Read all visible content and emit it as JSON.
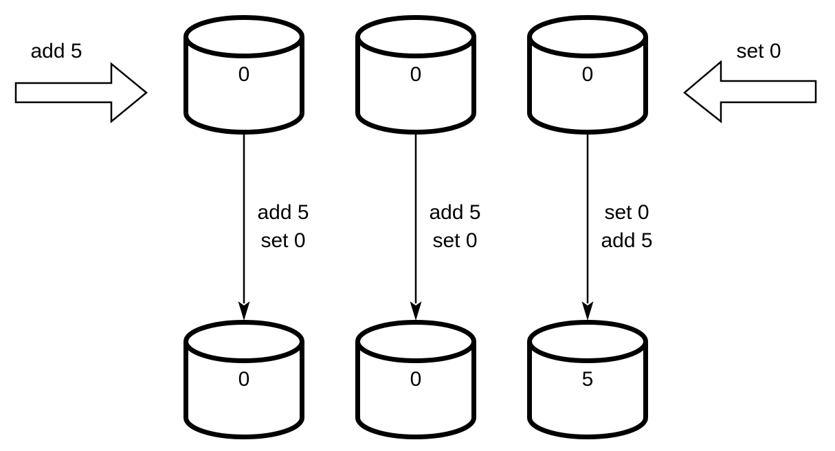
{
  "canvas": {
    "background": "#ffffff",
    "stroke_color": "#000000",
    "shape_fill": "#ffffff",
    "text_color": "#000000"
  },
  "incoming_operations": {
    "left_arrow_label": "add 5",
    "right_arrow_label": "set 0"
  },
  "replicas": [
    {
      "initial_value": "0",
      "operations": [
        "add 5",
        "set 0"
      ],
      "final_value": "0"
    },
    {
      "initial_value": "0",
      "operations": [
        "add 5",
        "set 0"
      ],
      "final_value": "0"
    },
    {
      "initial_value": "0",
      "operations": [
        "set 0",
        "add 5"
      ],
      "final_value": "5"
    }
  ]
}
